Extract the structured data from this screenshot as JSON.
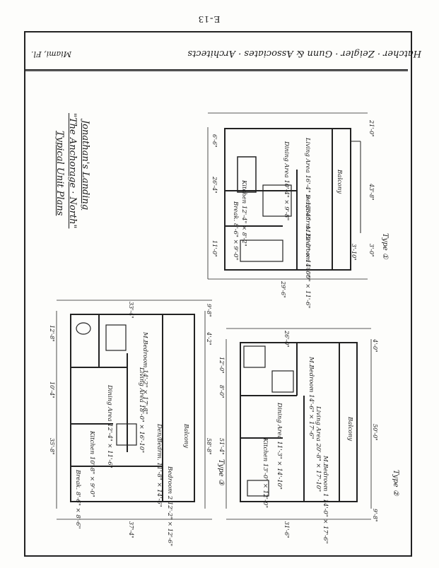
{
  "page_number": "E-13",
  "title_block": {
    "firm": "Hatcher · Zeigler · Gunn & Associates · Architects",
    "city": "Miami, Fl."
  },
  "project": {
    "name": "Jonathan's Landing",
    "building": "\"The Anchorage · North\"",
    "subtitle": "Typical Unit Plans"
  },
  "type1": {
    "label": "Type ①",
    "rooms": {
      "kitchen": "Kitchen 12'-4\" × 8'-2\"",
      "break": "Break. 8'-6\" × 9'-0\"",
      "dining": "Dining Area 10'-4\" × 9'-8\"",
      "living": "Living Area 16'-4\" × 15'-4\"",
      "den": "Den/Bedrm. 12'-0\" × 14'-0\"",
      "master": "M.Bedroom 14'-0\" × 11'-6\"",
      "balcony": "Balcony"
    },
    "dims": [
      "26'-4\"",
      "11'-0\"",
      "6'-6\"",
      "43'-8\"",
      "3'-0\"",
      "29'-6\"",
      "21'-0\"",
      "3'-10\""
    ]
  },
  "type2": {
    "label": "Type ②",
    "rooms": {
      "kitchen": "Kitchen 13'-0\" × 12'-0\"",
      "dining": "Dining Area 11'-3\" × 14'-10\"",
      "living": "Living Area 20'-8\" × 17'-10\"",
      "master": "M.Bedroom 14'-6\" × 17'-6\"",
      "bedroom1": "M.Bedroom 1 14'-0\" × 17'-6\"",
      "balcony": "Balcony"
    },
    "dims": [
      "26'-0\"",
      "50'-0\"",
      "51'-4\"",
      "12'-0\"",
      "8'-0\"",
      "4'-0\"",
      "31'-6\"",
      "9'-8\""
    ]
  },
  "type3": {
    "label": "Type ③",
    "rooms": {
      "kitchen": "Kitchen 10'-8\" × 9'-0\"",
      "break": "Break. 8'-6\" × 8'-6\"",
      "dining": "Dining Area 12'-4\" × 11'-6\"",
      "living": "Living Area 18'-0\" × 16'-10\"",
      "den": "Den/Bedrm. 11'-8\" × 14'-6\"",
      "bedroom2": "Bedroom 2 12'-2\" × 12'-6\"",
      "master": "M.Bedroom 14'-2\" × 17'-8\"",
      "balcony": "Balcony"
    },
    "dims": [
      "35'-8\"",
      "58'-8\"",
      "10'-4\"",
      "12'-8\"",
      "4'-2\"",
      "9'-8\"",
      "33'-4\"",
      "37'-4\""
    ]
  }
}
